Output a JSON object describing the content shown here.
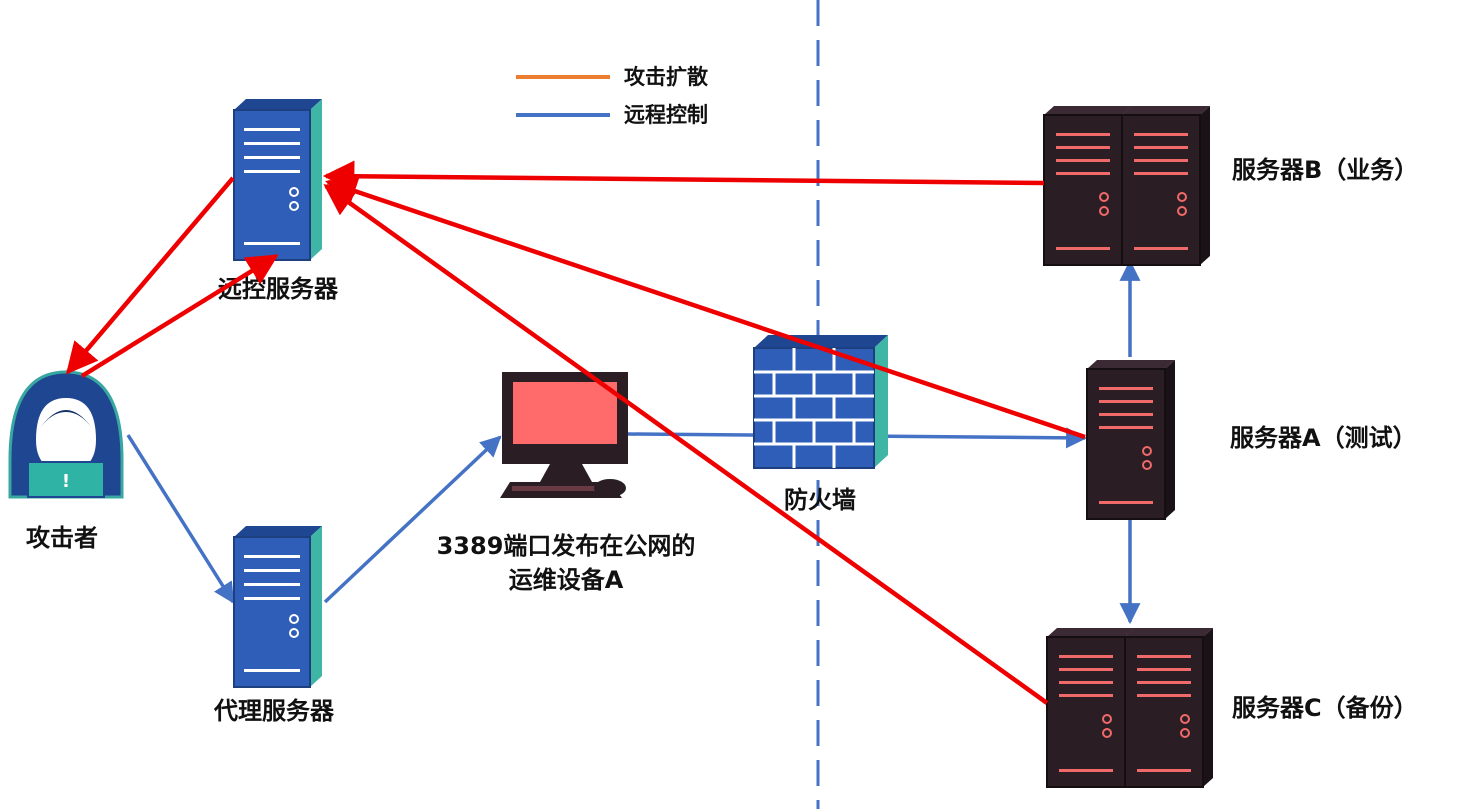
{
  "legend": {
    "items": [
      {
        "label": "攻击扩散",
        "color": "#ED7D31"
      },
      {
        "label": "远程控制",
        "color": "#4472C4"
      }
    ]
  },
  "nodes": {
    "remote_server": {
      "label": "远控服务器"
    },
    "attacker": {
      "label": "攻击者"
    },
    "proxy_server": {
      "label": "代理服务器"
    },
    "device_a": {
      "label_line1": "3389端口发布在公网的",
      "label_line2": "运维设备A"
    },
    "firewall": {
      "label": "防火墙"
    },
    "server_b": {
      "label": "服务器B（业务）"
    },
    "server_a": {
      "label": "服务器A（测试）"
    },
    "server_c": {
      "label": "服务器C（备份）"
    }
  },
  "colors": {
    "attack_line": "#EE0000",
    "control_line": "#4472C4",
    "blue_server": "#2F5EB8",
    "dark_server": "#2A1E24",
    "dark_accent": "#F06A6A"
  }
}
